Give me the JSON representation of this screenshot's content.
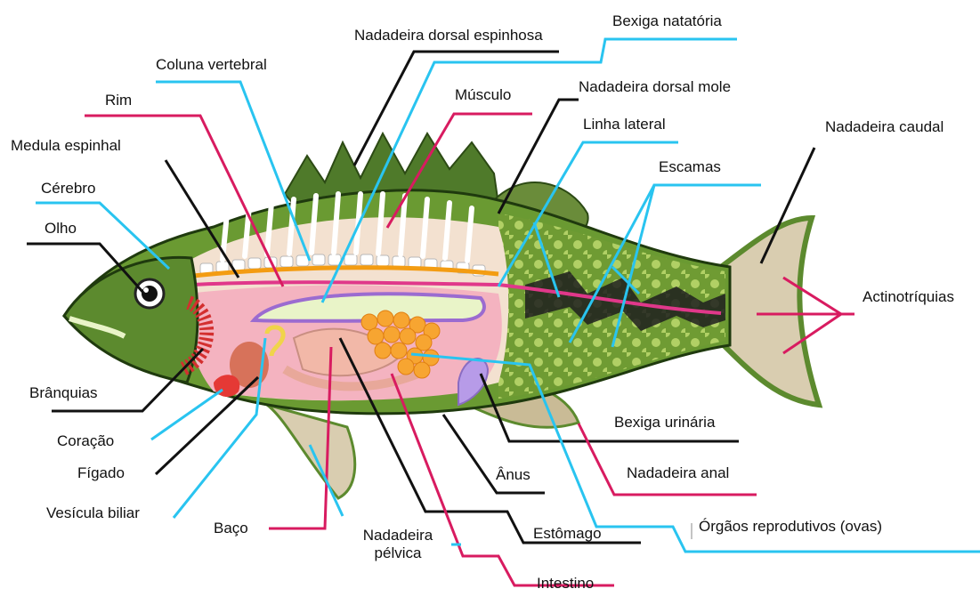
{
  "diagram": {
    "labels": {
      "dorsal_spiny": "Nadadeira dorsal espinhosa",
      "swim_bladder": "Bexiga natatória",
      "vertebral_column": "Coluna vertebral",
      "kidney": "Rim",
      "muscle": "Músculo",
      "dorsal_soft": "Nadadeira dorsal mole",
      "spinal_cord": "Medula espinhal",
      "lateral_line": "Linha lateral",
      "caudal_fin": "Nadadeira caudal",
      "brain": "Cérebro",
      "scales": "Escamas",
      "eye": "Olho",
      "fin_rays": "Actinotríquias",
      "gills": "Brânquias",
      "urinary_bladder": "Bexiga urinária",
      "heart": "Coração",
      "anal_fin": "Nadadeira anal",
      "liver": "Fígado",
      "anus": "Ânus",
      "gallbladder": "Vesícula biliar",
      "spleen": "Baço",
      "pelvic_fin_line1": "Nadadeira",
      "pelvic_fin_line2": "pélvica",
      "stomach": "Estômago",
      "reproductive": "Órgãos reprodutivos (ovas)",
      "intestine": "Intestino"
    },
    "colors": {
      "line_black": "#111111",
      "line_cyan": "#29c4f0",
      "line_magenta": "#d81b60",
      "body_green": "#5c8a2e",
      "fin_tan": "#d9cdb0",
      "cavity_pink": "#f4b3c0",
      "spine_orange": "#f39c12",
      "eggs_orange": "#f7a531"
    }
  }
}
